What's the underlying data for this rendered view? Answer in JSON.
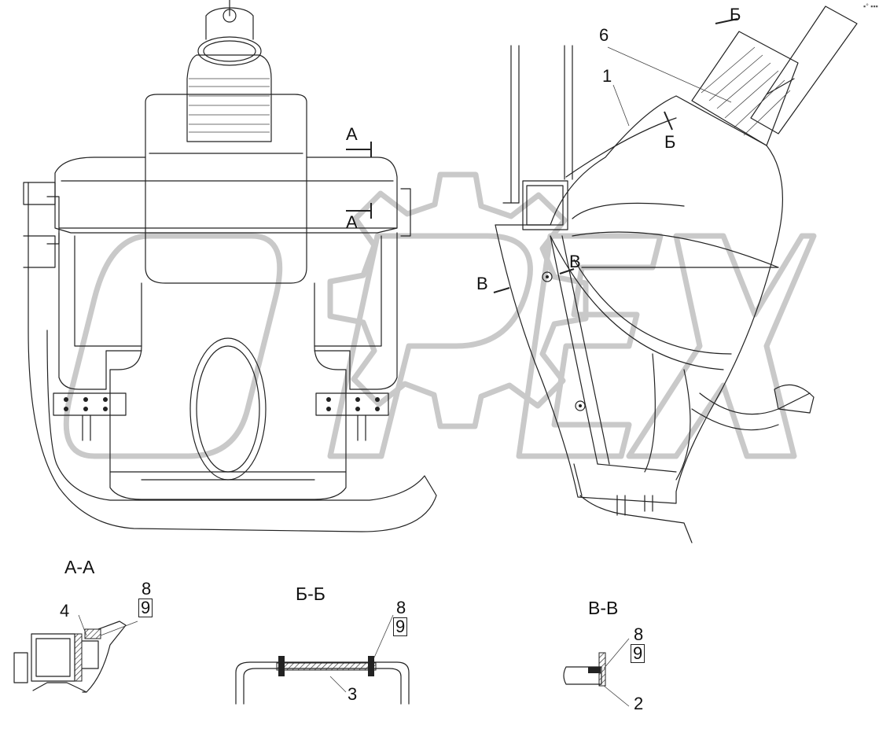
{
  "sections": {
    "aa_title": "А-А",
    "bb_title": "Б-Б",
    "vv_title": "В-В"
  },
  "cut_marks": {
    "a_top": "А",
    "a_bottom": "А",
    "b_top": "Б",
    "b_bottom": "Б",
    "v_left": "В",
    "v_right": "В"
  },
  "callouts": {
    "p1": "1",
    "p6": "6",
    "p4": "4",
    "aa_8": "8",
    "aa_9": "9",
    "bb_8": "8",
    "bb_9": "9",
    "bb_3": "3",
    "vv_8": "8",
    "vv_9": "9",
    "vv_2": "2"
  },
  "corner_mark": "▪° ▪▪▪",
  "watermark_text": "ОРЕХ"
}
